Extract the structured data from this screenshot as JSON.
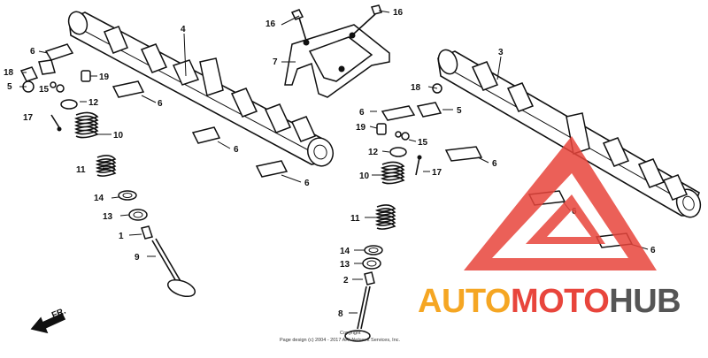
{
  "diagram": {
    "callouts": [
      {
        "id": "c4",
        "label": "4"
      },
      {
        "id": "c16a",
        "label": "16"
      },
      {
        "id": "c16b",
        "label": "16"
      },
      {
        "id": "c7",
        "label": "7"
      },
      {
        "id": "c3",
        "label": "3"
      },
      {
        "id": "c6a",
        "label": "6"
      },
      {
        "id": "c18a",
        "label": "18"
      },
      {
        "id": "c5a",
        "label": "5"
      },
      {
        "id": "c15a",
        "label": "15"
      },
      {
        "id": "c19a",
        "label": "19"
      },
      {
        "id": "c12a",
        "label": "12"
      },
      {
        "id": "c6b",
        "label": "6"
      },
      {
        "id": "c17a",
        "label": "17"
      },
      {
        "id": "c10a",
        "label": "10"
      },
      {
        "id": "c6c",
        "label": "6"
      },
      {
        "id": "c11a",
        "label": "11"
      },
      {
        "id": "c6d",
        "label": "6"
      },
      {
        "id": "c14a",
        "label": "14"
      },
      {
        "id": "c13a",
        "label": "13"
      },
      {
        "id": "c1",
        "label": "1"
      },
      {
        "id": "c9",
        "label": "9"
      },
      {
        "id": "c18b",
        "label": "18"
      },
      {
        "id": "c6e",
        "label": "6"
      },
      {
        "id": "c5b",
        "label": "5"
      },
      {
        "id": "c19b",
        "label": "19"
      },
      {
        "id": "c15b",
        "label": "15"
      },
      {
        "id": "c12b",
        "label": "12"
      },
      {
        "id": "c6f",
        "label": "6"
      },
      {
        "id": "c17b",
        "label": "17"
      },
      {
        "id": "c10b",
        "label": "10"
      },
      {
        "id": "c6g",
        "label": "6"
      },
      {
        "id": "c11b",
        "label": "11"
      },
      {
        "id": "c6h",
        "label": "6"
      },
      {
        "id": "c14b",
        "label": "14"
      },
      {
        "id": "c13b",
        "label": "13"
      },
      {
        "id": "c2",
        "label": "2"
      },
      {
        "id": "c8",
        "label": "8"
      }
    ],
    "direction_label": "FR.",
    "copyright_line1": "Copyright",
    "copyright_line2": "Page design (c) 2004 - 2017 ARI Network Services, Inc."
  },
  "watermark": {
    "text_part1": "AUTO",
    "text_part2": "MOTO",
    "text_part3": "HUB",
    "color_orange": "#f5a623",
    "color_red": "#e8453c",
    "color_gray": "#555555"
  }
}
